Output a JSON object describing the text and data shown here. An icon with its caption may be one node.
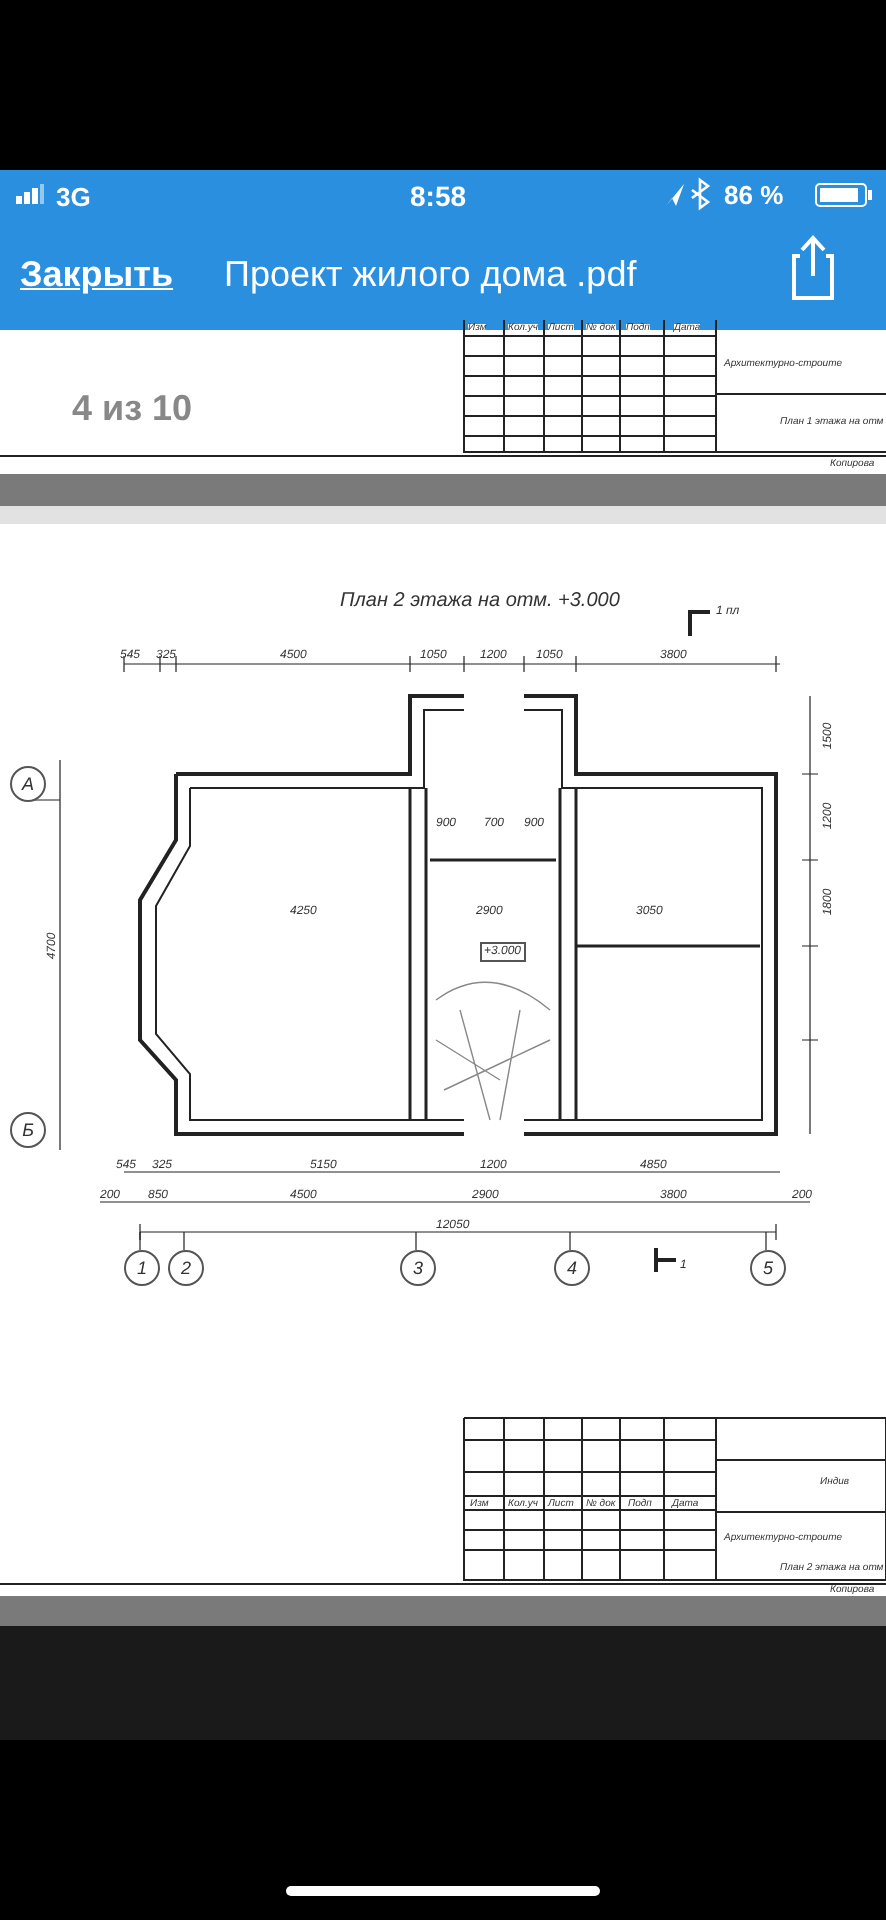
{
  "diagram": {
    "labels": [
      "3G",
      "8:58",
      "86 %",
      "Закрыть",
      "Проект жилого дома .pdf",
      "4 из 10",
      "Изм",
      "Кол.уч",
      "Лист",
      "№ док",
      "Подп",
      "Дата",
      "Архитектурно-строите",
      "План 1 этажа на отм",
      "Копирова",
      "План 2 этажа на отм. +3.000",
      "1 пл",
      "А",
      "Б",
      "545",
      "325",
      "4500",
      "1050",
      "1200",
      "1050",
      "3800",
      "4250",
      "2900",
      "3050",
      "900",
      "700",
      "900",
      "+3.000",
      "4700",
      "1500",
      "1200",
      "1800",
      "545",
      "325",
      "5150",
      "1200",
      "4850",
      "200",
      "850",
      "4500",
      "2900",
      "3800",
      "200",
      "12050",
      "1",
      "2",
      "3",
      "4",
      "5",
      "1",
      "Индив",
      "Изм",
      "Кол.уч",
      "Лист",
      "№ док",
      "Подп",
      "Дата",
      "Архитектурно-строите",
      "План 2 этажа на отм",
      "Копирова"
    ]
  }
}
